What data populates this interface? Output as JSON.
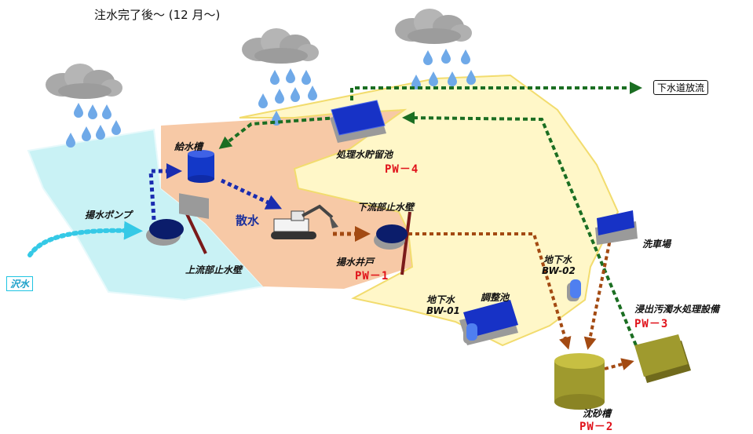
{
  "title": "注水完了後～ (12 月～)",
  "labels": {
    "sansui": "散水",
    "kyusuiso": "給水槽",
    "yosui_pump": "揚水ポンプ",
    "joryu_wall": "上流部止水壁",
    "karyu_wall": "下流部止水壁",
    "yosui_ido": "揚水井戸",
    "pw1": "PW－1",
    "shori_tank": "処理水貯留池",
    "pw4": "PW－4",
    "gesuido": "下水道放流",
    "sensha": "洗車場",
    "chikasui2": "地下水",
    "bw02": "BW-02",
    "chikasui1": "地下水",
    "bw01": "BW-01",
    "choseichi": "調整池",
    "shinshutsu": "浸出汚濁水処理設備",
    "pw3": "PW－3",
    "chinsa": "沈砂槽",
    "pw2": "PW－2",
    "sawamizu": "沢水"
  },
  "colors": {
    "zone_left": "#c9f2f5",
    "zone_mid": "#f7c9a6",
    "zone_right": "#fff7c8",
    "zone_border": "#f2dc6e",
    "blue_arrow": "#1a2cb0",
    "cyan_arrow": "#35c9e6",
    "green_arrow": "#1b6e22",
    "brown_arrow": "#a34a12",
    "red_text": "#e0121a"
  }
}
